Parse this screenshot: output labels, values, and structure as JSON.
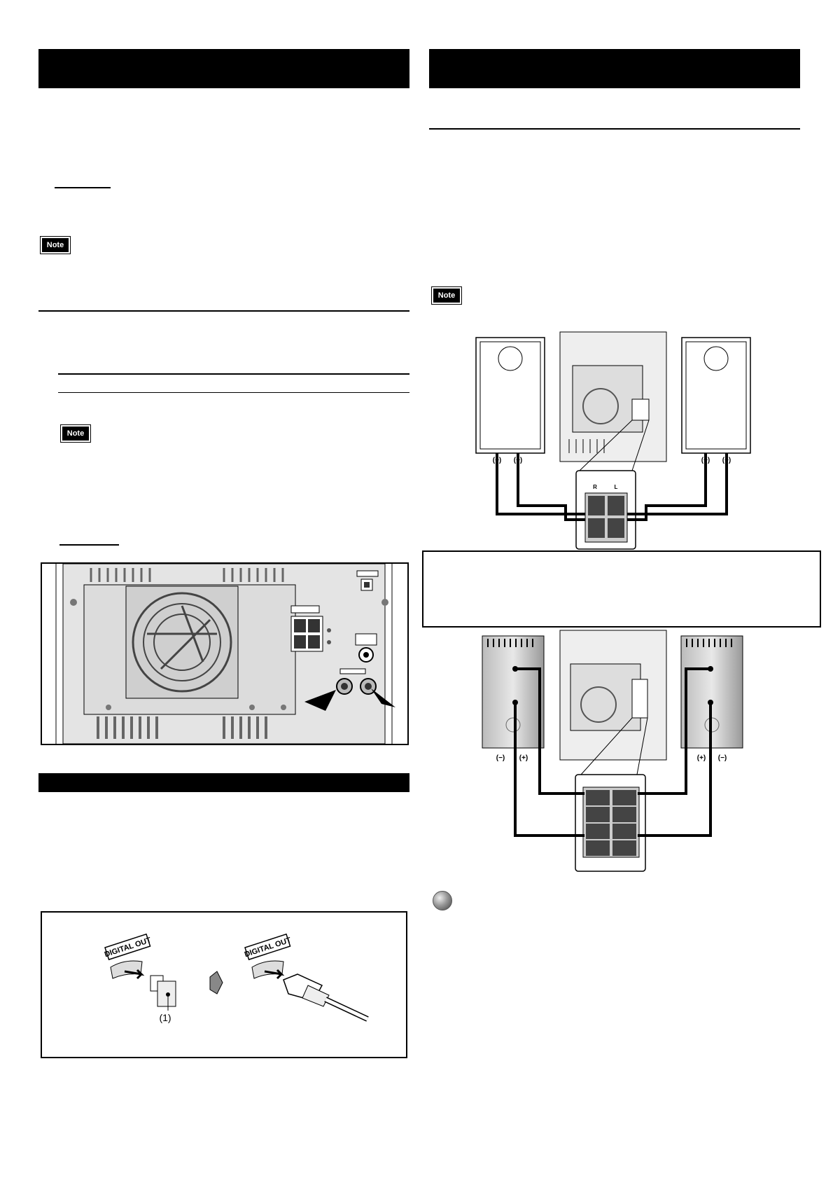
{
  "left_column": {
    "note_badge_1": "Note",
    "note_badge_2": "Note"
  },
  "right_column": {
    "note_badge": "Note",
    "speaker_top_labels": {
      "left_minus": "(−)",
      "left_plus": "(+)",
      "right_plus": "(+)",
      "right_minus": "(−)"
    },
    "speaker_bottom_labels": {
      "left_minus": "(−)",
      "left_plus": "(+)",
      "right_plus": "(+)",
      "right_minus": "(−)"
    },
    "terminal_channel_labels": {
      "right": "R",
      "left": "L"
    }
  },
  "digital_out_figure": {
    "jack_label_left": "DIGITAL OUT",
    "jack_label_right": "DIGITAL OUT",
    "callout": "(1)"
  },
  "icons": [
    "note-badge",
    "speaker-connection-diagram",
    "rear-panel-diagram",
    "optical-cable-diagram",
    "bullet-circle-icon"
  ]
}
